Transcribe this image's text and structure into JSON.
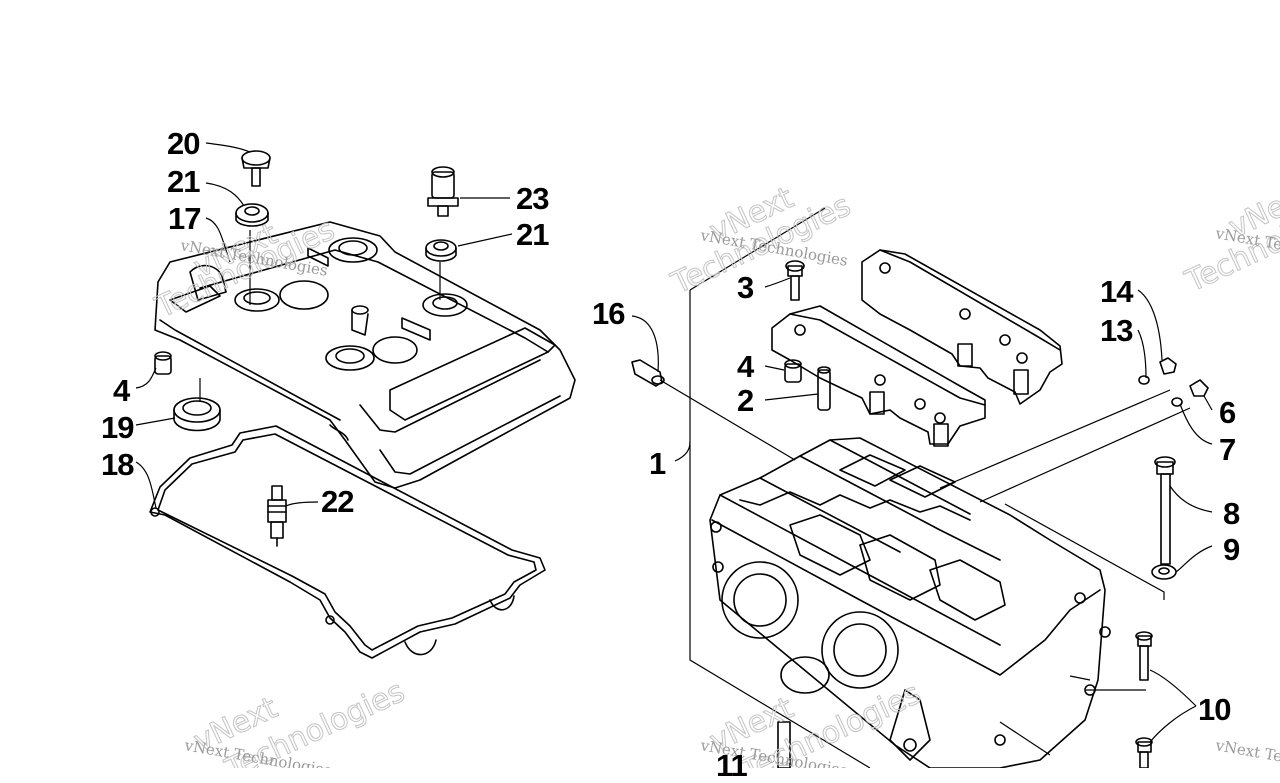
{
  "watermark": {
    "small": "vNext Technologies",
    "large_1": "vNext",
    "large_2": "Technologies"
  },
  "callouts": {
    "c20": "20",
    "c21_left": "21",
    "c17": "17",
    "c23": "23",
    "c21_right": "21",
    "c4_left": "4",
    "c19": "19",
    "c18": "18",
    "c22": "22",
    "c16": "16",
    "c3": "3",
    "c4_mid": "4",
    "c2": "2",
    "c1": "1",
    "c14": "14",
    "c13": "13",
    "c6": "6",
    "c7": "7",
    "c8": "8",
    "c9": "9",
    "c10": "10",
    "c11": "11"
  }
}
